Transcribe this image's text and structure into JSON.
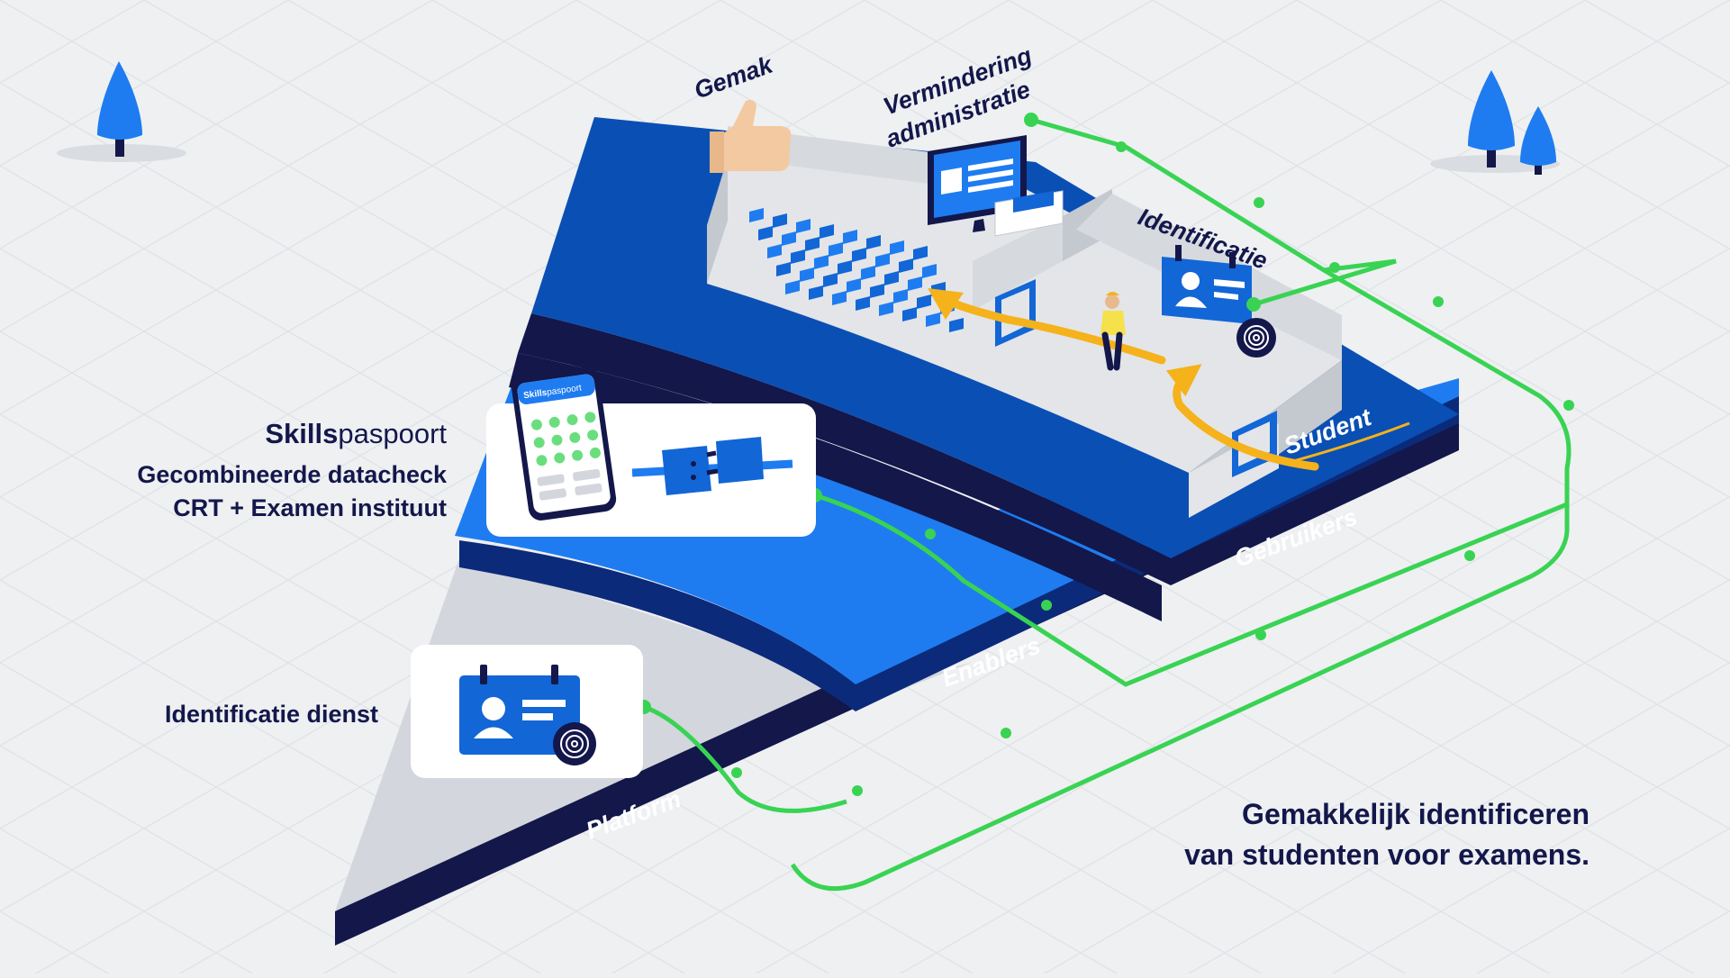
{
  "colors": {
    "background": "#eef0f2",
    "grid": "#dfe2e6",
    "navy": "#13174a",
    "blue_dark": "#0a4fb4",
    "blue_mid": "#1266d6",
    "blue_light": "#1e7cf0",
    "platform_gray": "#d3d6dc",
    "wall_light": "#e3e5e8",
    "wall_shade": "#c4c8cf",
    "green_line": "#39d353",
    "arrow_orange": "#f5b21b",
    "white": "#ffffff"
  },
  "layers": {
    "platform": "Platform",
    "enablers": "Enablers",
    "users": "Gebruikers"
  },
  "benefits": {
    "convenience": "Gemak",
    "admin_line1": "Vermindering",
    "admin_line2": "administratie",
    "identification": "Identificatie",
    "student": "Student"
  },
  "left_labels": {
    "skills_bold": "Skills",
    "skills_rest": "paspoort",
    "combined_check": "Gecombineerde datacheck",
    "crt_exam": "CRT + Examen instituut",
    "id_service": "Identificatie dienst"
  },
  "phone": {
    "app_bold": "Skills",
    "app_rest": "paspoort"
  },
  "tagline": {
    "line1": "Gemakkelijk identificeren",
    "line2": "van studenten voor examens."
  },
  "icons": {
    "phone": "smartphone-icon",
    "plug": "plug-connector-icon",
    "id_card": "id-card-icon",
    "fingerprint": "fingerprint-icon",
    "thumbs_up": "thumbs-up-icon",
    "monitor": "monitor-icon",
    "tree": "tree-icon",
    "person": "person-icon"
  }
}
